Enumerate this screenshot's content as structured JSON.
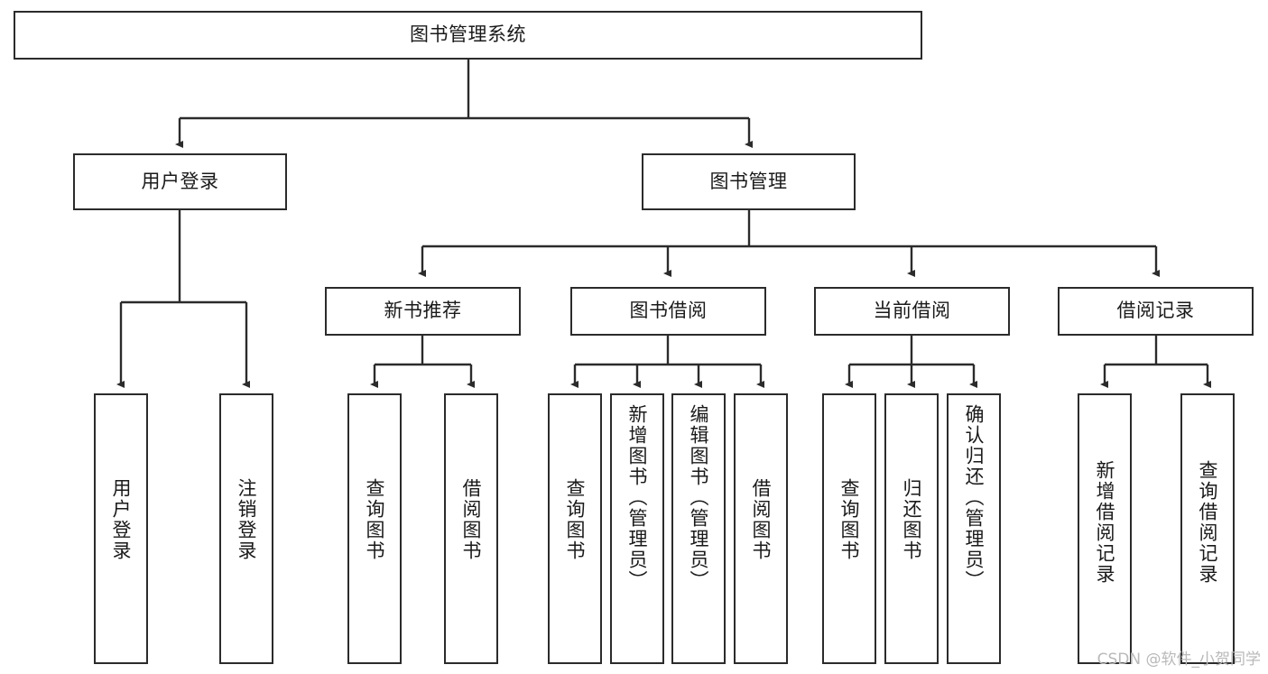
{
  "diagram": {
    "title_node": {
      "label": "图书管理系统"
    },
    "level2": [
      {
        "id": "user-login",
        "label": "用户登录"
      },
      {
        "id": "book-manage",
        "label": "图书管理"
      }
    ],
    "level3": [
      {
        "id": "new-book-recommend",
        "label": "新书推荐"
      },
      {
        "id": "book-borrow",
        "label": "图书借阅"
      },
      {
        "id": "current-borrow",
        "label": "当前借阅"
      },
      {
        "id": "borrow-record",
        "label": "借阅记录"
      }
    ],
    "leaves": {
      "user_login": [
        {
          "id": "leaf-user-login",
          "label": "用户登录"
        },
        {
          "id": "leaf-logout-login",
          "label": "注销登录"
        }
      ],
      "new_book_recommend": [
        {
          "id": "leaf-query-book-1",
          "label": "查询图书"
        },
        {
          "id": "leaf-borrow-book-1",
          "label": "借阅图书"
        }
      ],
      "book_borrow": [
        {
          "id": "leaf-query-book-2",
          "label": "查询图书"
        },
        {
          "id": "leaf-add-book",
          "label": "新增图书（管理员）"
        },
        {
          "id": "leaf-edit-book",
          "label": "编辑图书（管理员）"
        },
        {
          "id": "leaf-borrow-book-2",
          "label": "借阅图书"
        }
      ],
      "current_borrow": [
        {
          "id": "leaf-query-book-3",
          "label": "查询图书"
        },
        {
          "id": "leaf-return-book",
          "label": "归还图书"
        },
        {
          "id": "leaf-confirm-return",
          "label": "确认归还（管理员）"
        }
      ],
      "borrow_record": [
        {
          "id": "leaf-add-record",
          "label": "新增借阅记录"
        },
        {
          "id": "leaf-query-record",
          "label": "查询借阅记录"
        }
      ]
    },
    "watermark": {
      "text": "CSDN @软件_小贺同学"
    },
    "colors": {
      "border": "#2b2b2b",
      "background": "#ffffff",
      "text": "#1a1a1a",
      "edge": "#2b2b2b",
      "watermark": "#b9b9b9"
    }
  }
}
